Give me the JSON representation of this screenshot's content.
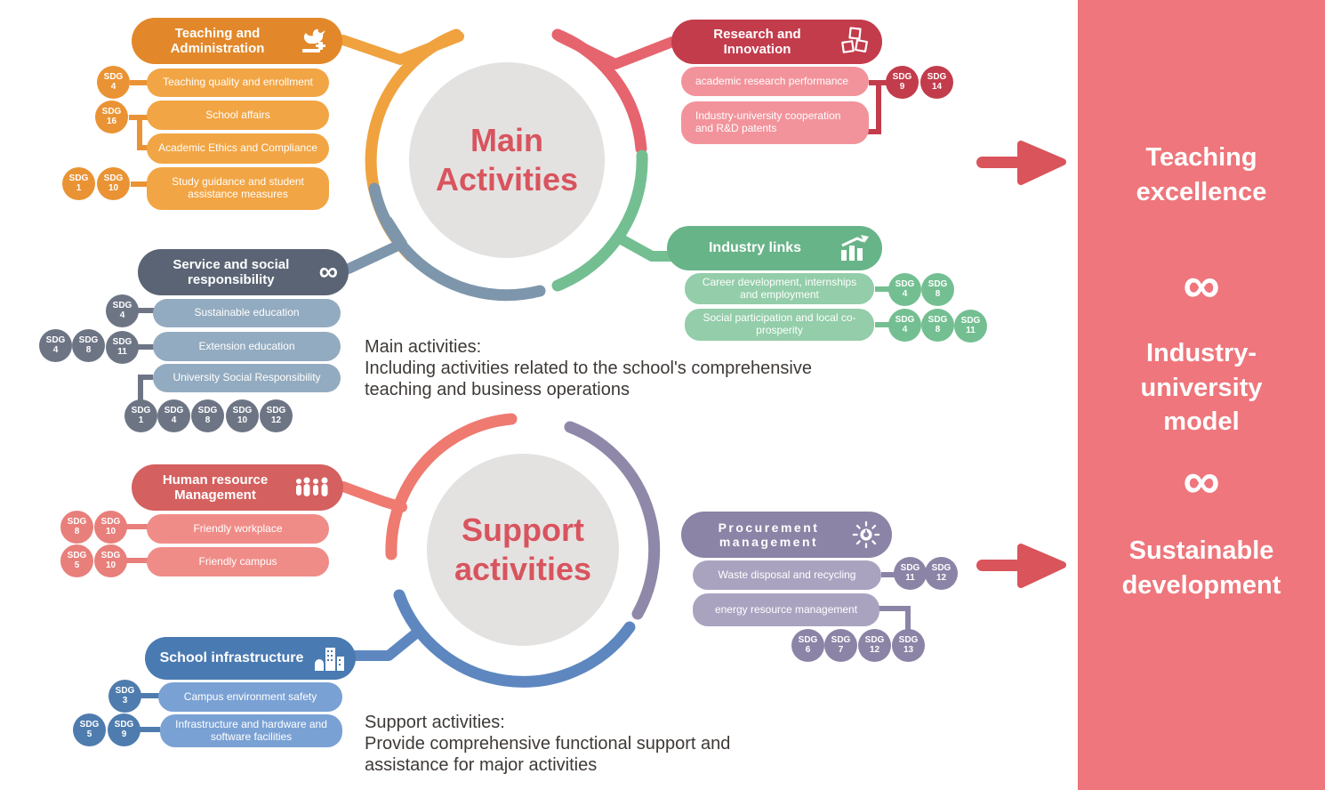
{
  "labels": {
    "sdg": "SDG"
  },
  "icons": {
    "infinity": "∞"
  },
  "colors": {
    "orange_dark": "#e2882a",
    "orange_light": "#f2a544",
    "orange_badge": "#ea9334",
    "red_dark": "#c23c4c",
    "red_light": "#f2939b",
    "green_dark": "#68b489",
    "green_light": "#93cda9",
    "green_badge": "#74bf92",
    "slate_dark": "#5b6474",
    "slate_light": "#93abc0",
    "slate_badge": "#6d7585",
    "salmon_dark": "#d4605f",
    "salmon_light": "#f08c88",
    "salmon_badge": "#e87f7b",
    "purple_dark": "#8b84a6",
    "purple_light": "#aaa3c0",
    "blue_dark": "#4a7ab2",
    "blue_light": "#7aa1d4",
    "blue_badge": "#4f7cae",
    "panel_pink": "#ee767c",
    "arrow_red": "#d9545b",
    "circle_gray": "#e4e2e1",
    "circle_text": "#d8545e",
    "body_text": "#3e3936"
  },
  "main_circle": {
    "label": "Main Activities"
  },
  "support_circle": {
    "label": "Support activities"
  },
  "main_description": {
    "title": "Main activities:",
    "body": "Including activities related to the school's comprehensive teaching and business operations"
  },
  "support_description": {
    "title": "Support activities:",
    "body": "Provide comprehensive functional support and assistance for major activities"
  },
  "outcome_panel": {
    "items": [
      "Teaching excellence",
      "Industry-university model",
      "Sustainable development"
    ]
  },
  "sections": {
    "teaching": {
      "title": "Teaching and Administration",
      "icon": "bird-gavel-icon",
      "items": [
        "Teaching quality and enrollment",
        "School affairs",
        "Academic Ethics and Compliance",
        "Study guidance and student assistance measures"
      ],
      "badges": [
        "4",
        "16",
        "1",
        "10"
      ]
    },
    "research": {
      "title": "Research and Innovation",
      "icon": "cubes-icon",
      "items": [
        "academic research performance",
        "Industry-university cooperation and R&D patents"
      ],
      "badges": [
        "9",
        "14"
      ]
    },
    "industry": {
      "title": "Industry links",
      "icon": "growth-chart-icon",
      "items": [
        "Career development, internships and employment",
        "Social participation and local co-prosperity"
      ],
      "badges": [
        "4",
        "8",
        "4",
        "8",
        "11"
      ]
    },
    "service": {
      "title": "Service and social responsibility",
      "icon": "infinity-icon",
      "items": [
        "Sustainable education",
        "Extension education",
        "University Social Responsibility"
      ],
      "badges": [
        "4",
        "4",
        "8",
        "11",
        "1",
        "4",
        "8",
        "10",
        "12"
      ]
    },
    "hr": {
      "title": "Human resource Management",
      "icon": "people-icon",
      "items": [
        "Friendly workplace",
        "Friendly campus"
      ],
      "badges": [
        "8",
        "10",
        "5",
        "10"
      ]
    },
    "procurement": {
      "title": "Procurement management",
      "icon": "sun-icon",
      "items": [
        "Waste disposal and recycling",
        "energy resource management"
      ],
      "badges": [
        "11",
        "12",
        "6",
        "7",
        "12",
        "13"
      ]
    },
    "school": {
      "title": "School infrastructure",
      "icon": "buildings-icon",
      "items": [
        "Campus environment safety",
        "Infrastructure and hardware and software facilities"
      ],
      "badges": [
        "3",
        "5",
        "9"
      ]
    }
  }
}
